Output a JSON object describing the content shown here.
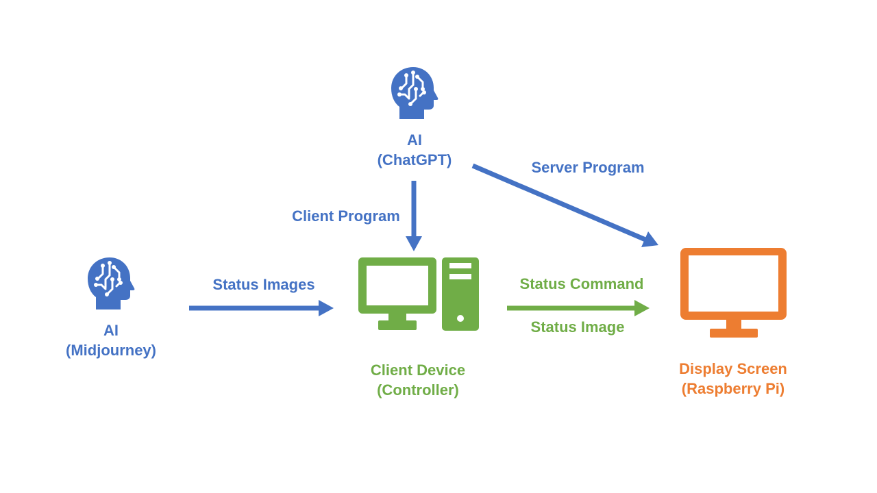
{
  "colors": {
    "ai": "#4472c4",
    "client": "#70ad47",
    "display": "#ed7d31",
    "background": "#ffffff"
  },
  "nodes": {
    "chatgpt": {
      "icon": "ai-head-icon",
      "line1": "AI",
      "line2": "(ChatGPT)"
    },
    "midjourney": {
      "icon": "ai-head-icon",
      "line1": "AI",
      "line2": "(Midjourney)"
    },
    "client_device": {
      "icon": "desktop-computer-icon",
      "line1": "Client Device",
      "line2": "(Controller)"
    },
    "display_screen": {
      "icon": "monitor-icon",
      "line1": "Display Screen",
      "line2": "(Raspberry Pi)"
    }
  },
  "edges": {
    "client_program": "Client Program",
    "server_program": "Server Program",
    "status_images": "Status Images",
    "status_command": "Status Command",
    "status_image": "Status Image"
  }
}
